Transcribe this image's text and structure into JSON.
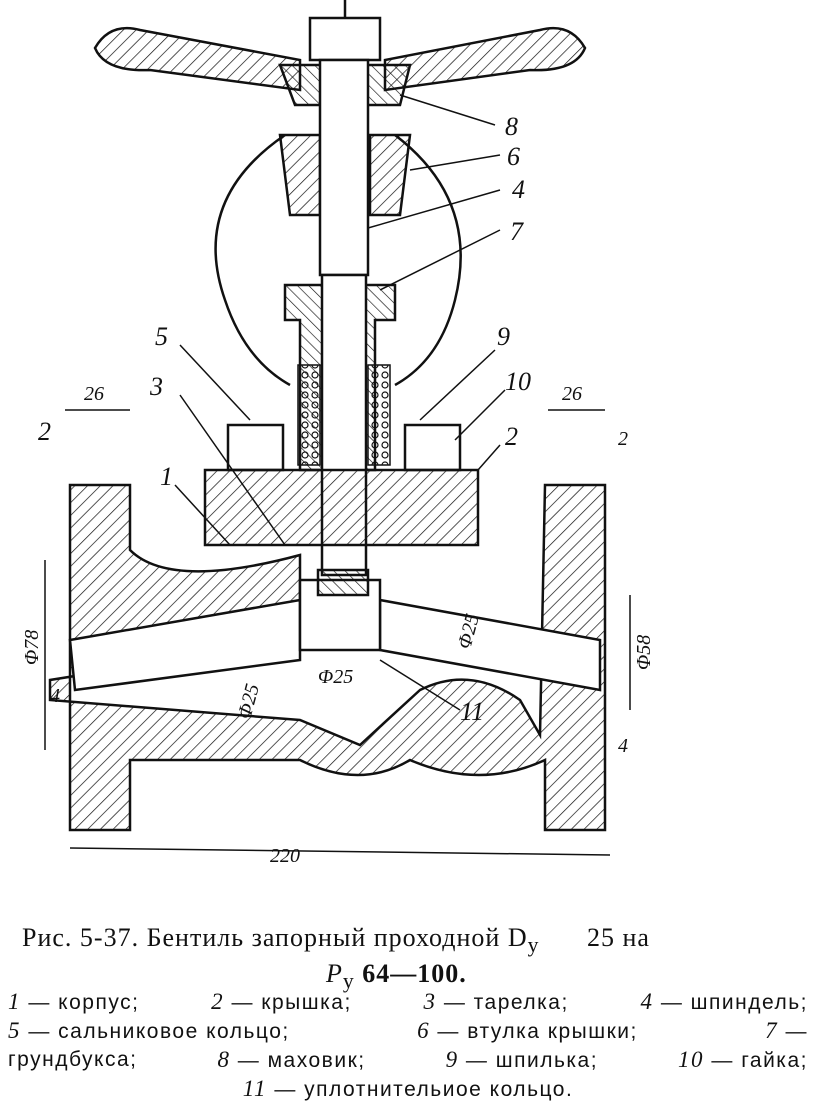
{
  "figure": {
    "part_labels": [
      "8",
      "6",
      "4",
      "7",
      "5",
      "3",
      "9",
      "10",
      "1",
      "2",
      "2",
      "11"
    ],
    "dimensions": {
      "top_left_width": "26",
      "top_right_width": "26",
      "gap_left": "2",
      "gap_right": "2",
      "dia_left": "Φ78",
      "dia_right": "Φ58",
      "dia_inner_1": "Φ25",
      "dia_inner_2": "Φ25",
      "dia_seat": "Φ25",
      "flange_left": "4",
      "flange_right": "4",
      "overall_length": "220"
    }
  },
  "caption": {
    "title_line1": "Рис. 5-37. Бентиль запорный проходной D",
    "title_sub": "у",
    "title_tail": "25 на",
    "title_line2": "P",
    "title_line2_sub": "у",
    "title_line2_tail": "64—100.",
    "legend": [
      {
        "n": "1",
        "text": "— корпус;"
      },
      {
        "n": "2",
        "text": "— крышка;"
      },
      {
        "n": "3",
        "text": "— тарелка;"
      },
      {
        "n": "4",
        "text": "— шпиндель;"
      },
      {
        "n": "5",
        "text": "— сальниковое кольцо;"
      },
      {
        "n": "6",
        "text": "— втулка крышки;"
      },
      {
        "n": "7",
        "text": "—"
      },
      {
        "n": "",
        "text": "грундбукса;"
      },
      {
        "n": "8",
        "text": "— маховик;"
      },
      {
        "n": "9",
        "text": "— шпилька;"
      },
      {
        "n": "10",
        "text": "— гайка;"
      },
      {
        "n": "11",
        "text": "— уплотнительиое кольцо."
      }
    ]
  }
}
